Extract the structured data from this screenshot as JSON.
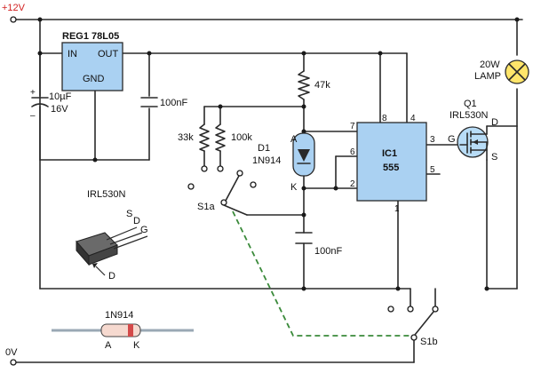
{
  "rails": {
    "supply": "+12V",
    "ground": "0V",
    "supply_color": "#d22020"
  },
  "colors": {
    "box": "#aad1f2",
    "wire": "#2a2a2a",
    "linkage": "#3a8a3a",
    "lamp_fill": "#ffe56a",
    "mosfet_fill": "#b8dcf6",
    "diode_band": "#d34a4a"
  },
  "regulator": {
    "label": "REG1  78L05",
    "pin_in": "IN",
    "pin_out": "OUT",
    "pin_gnd": "GND"
  },
  "input_cap": {
    "value": "10µF",
    "voltage": "16V",
    "plus": "+",
    "minus": "–"
  },
  "output_cap": {
    "value": "100nF"
  },
  "pullup": {
    "value": "47k"
  },
  "resistor_a": {
    "value": "33k"
  },
  "resistor_b": {
    "value": "100k"
  },
  "diode_d1": {
    "ref": "D1",
    "part": "1N914",
    "anode": "A",
    "cathode": "K"
  },
  "switch_a": {
    "label": "S1a"
  },
  "switch_b": {
    "label": "S1b"
  },
  "timing_cap": {
    "value": "100nF"
  },
  "ic": {
    "ref": "IC1",
    "part": "555",
    "pins": {
      "p7": "7",
      "p8": "8",
      "p4": "4",
      "p6": "6",
      "p2": "2",
      "p3": "3",
      "p5": "5",
      "p1": "1"
    }
  },
  "mosfet": {
    "ref": "Q1",
    "part": "IRL530N",
    "g": "G",
    "d": "D",
    "s": "S"
  },
  "lamp": {
    "line1": "20W",
    "line2": "LAMP"
  },
  "package_mosfet": {
    "title": "IRL530N",
    "s": "S",
    "d": "D",
    "g": "G",
    "tab": "D"
  },
  "package_diode": {
    "title": "1N914",
    "a": "A",
    "k": "K"
  }
}
